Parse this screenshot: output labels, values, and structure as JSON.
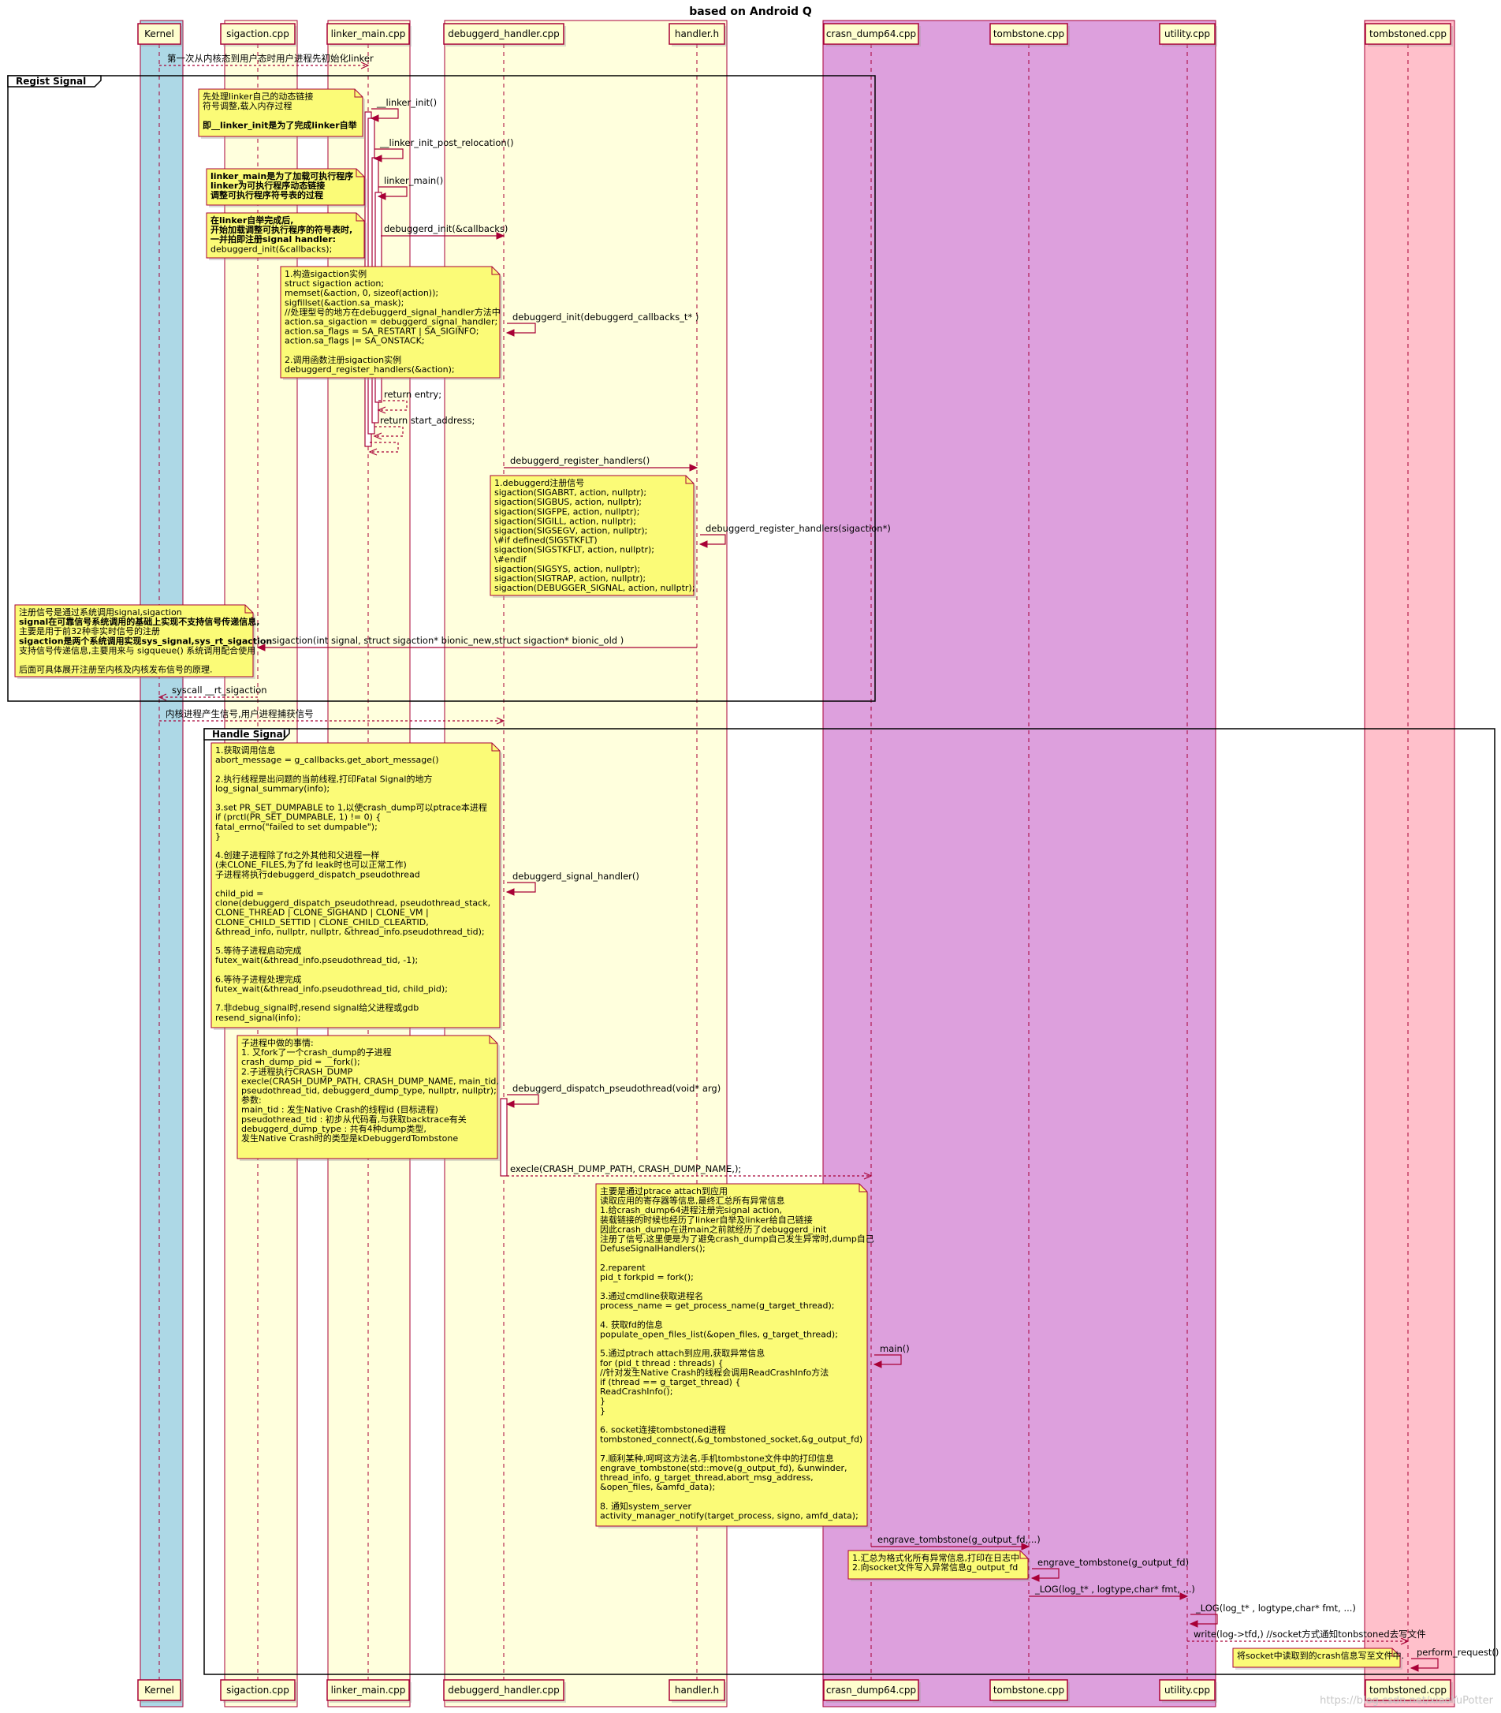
{
  "title": "based on Android Q",
  "watermark": "https://blog.csdn.net/xiaoYuPotter",
  "colors": {
    "kernel_box": "#ADD8E6",
    "linker_box": "#FFFFDD",
    "debuggerd_box": "#FFFFDD",
    "crash_box": "#DDA0DD",
    "tombstoned_box": "#FFC0CB",
    "participant_fill": "#FEFECE",
    "participant_border": "#A80036",
    "note_fill": "#FBFB77",
    "note_border": "#A80036",
    "arrow": "#A80036"
  },
  "participants": [
    {
      "id": "kernel",
      "label": "Kernel"
    },
    {
      "id": "sigaction",
      "label": "sigaction.cpp"
    },
    {
      "id": "linker",
      "label": "linker_main.cpp"
    },
    {
      "id": "debuggerd",
      "label": "debuggerd_handler.cpp"
    },
    {
      "id": "handler",
      "label": "handler.h"
    },
    {
      "id": "crash",
      "label": "crasn_dump64.cpp"
    },
    {
      "id": "tombstone",
      "label": "tombstone.cpp"
    },
    {
      "id": "utility",
      "label": "utility.cpp"
    },
    {
      "id": "tombstoned",
      "label": "tombstoned.cpp"
    }
  ],
  "frames": [
    {
      "label": "Regist Signal"
    },
    {
      "label": "Handle Signal"
    }
  ],
  "messages": [
    {
      "label": "第一次从内核态到用户态时用户进程先初始化linker"
    },
    {
      "label": "__linker_init()"
    },
    {
      "label": "__linker_init_post_relocation()"
    },
    {
      "label": "linker_main()"
    },
    {
      "label": "debuggerd_init(&callbacks)"
    },
    {
      "label": "debuggerd_init(debuggerd_callbacks_t* )"
    },
    {
      "label": "return entry;"
    },
    {
      "label": "return start_address;"
    },
    {
      "label": ""
    },
    {
      "label": "debuggerd_register_handlers()"
    },
    {
      "label": "debuggerd_register_handlers(sigaction*)"
    },
    {
      "label": "sigaction(int signal, struct sigaction*  bionic_new,struct sigaction* bionic_old  )"
    },
    {
      "label": "syscall __rt_sigaction"
    },
    {
      "label": "内核进程产生信号,用户进程捕获信号"
    },
    {
      "label": "debuggerd_signal_handler()"
    },
    {
      "label": "debuggerd_dispatch_pseudothread(void* arg)"
    },
    {
      "label": "execle(CRASH_DUMP_PATH, CRASH_DUMP_NAME,);"
    },
    {
      "label": "main()"
    },
    {
      "label": "engrave_tombstone(g_output_fd,...)"
    },
    {
      "label": "engrave_tombstone(g_output_fd)"
    },
    {
      "label": "_LOG(log_t* , logtype,char* fmt, ...)"
    },
    {
      "label": "_LOG(log_t* , logtype,char* fmt, ...)"
    },
    {
      "label": "write(log->tfd,) //socket方式通知tonbstoned去写文件"
    },
    {
      "label": "perform_request()"
    }
  ],
  "notes": [
    {
      "lines": [
        {
          "t": "先处理linker自己的动态链接"
        },
        {
          "t": "符号调整,载入内存过程"
        },
        {
          "t": ""
        },
        {
          "t": "即__linker_init是为了完成linker自举",
          "b": true
        }
      ]
    },
    {
      "lines": [
        {
          "t": "linker_main是为了加载可执行程序",
          "b": true
        },
        {
          "t": "linker为可执行程序动态链接",
          "b": true
        },
        {
          "t": " 调整可执行程序符号表的过程",
          "b": true
        }
      ]
    },
    {
      "lines": [
        {
          "t": "在linker自举完成后,",
          "b": true
        },
        {
          "t": "开始加载调整可执行程序的符号表时,",
          "b": true
        },
        {
          "t": "一并拍即注册signal handler:",
          "b": true
        },
        {
          "t": "debuggerd_init(&callbacks);"
        }
      ]
    },
    {
      "lines": [
        {
          "t": "1.构造sigaction实例"
        },
        {
          "t": "   struct sigaction action;"
        },
        {
          "t": "   memset(&action, 0, sizeof(action));"
        },
        {
          "t": "   sigfillset(&action.sa_mask);"
        },
        {
          "t": "   //处理型号的地方在debuggerd_signal_handler方法中"
        },
        {
          "t": "   action.sa_sigaction = debuggerd_signal_handler;"
        },
        {
          "t": "   action.sa_flags = SA_RESTART | SA_SIGINFO;"
        },
        {
          "t": "   action.sa_flags |= SA_ONSTACK;"
        },
        {
          "t": ""
        },
        {
          "t": "2.调用函数注册sigaction实例"
        },
        {
          "t": "   debuggerd_register_handlers(&action);"
        }
      ]
    },
    {
      "lines": [
        {
          "t": "1.debuggerd注册信号"
        },
        {
          "t": "   sigaction(SIGABRT, action, nullptr);"
        },
        {
          "t": "   sigaction(SIGBUS, action, nullptr);"
        },
        {
          "t": "   sigaction(SIGFPE, action, nullptr);"
        },
        {
          "t": "   sigaction(SIGILL, action, nullptr);"
        },
        {
          "t": "   sigaction(SIGSEGV, action, nullptr);"
        },
        {
          "t": "\\#if defined(SIGSTKFLT)"
        },
        {
          "t": "   sigaction(SIGSTKFLT, action, nullptr);"
        },
        {
          "t": "\\#endif"
        },
        {
          "t": "   sigaction(SIGSYS, action, nullptr);"
        },
        {
          "t": "   sigaction(SIGTRAP, action, nullptr);"
        },
        {
          "t": "   sigaction(DEBUGGER_SIGNAL, action, nullptr);"
        }
      ]
    },
    {
      "lines": [
        {
          "t": "注册信号是通过系统调用signal,sigaction"
        },
        {
          "t": "signal在可靠信号系统调用的基础上实现不支持信号传递信息,",
          "b": true
        },
        {
          "t": "主要是用于前32种非实时信号的注册"
        },
        {
          "t": "sigaction是两个系统调用实现sys_signal,sys_rt_sigaction",
          "b": true
        },
        {
          "t": "支持信号传递信息,主要用来与 sigqueue() 系统调用配合使用"
        },
        {
          "t": ""
        },
        {
          "t": "后面可具体展开注册至内核及内核发布信号的原理."
        }
      ]
    },
    {
      "lines": [
        {
          "t": "1.获取调用信息"
        },
        {
          "t": "abort_message = g_callbacks.get_abort_message()"
        },
        {
          "t": ""
        },
        {
          "t": "2.执行线程是出问题的当前线程,打印Fatal Signal的地方"
        },
        {
          "t": "log_signal_summary(info);"
        },
        {
          "t": ""
        },
        {
          "t": "3.set PR_SET_DUMPABLE to 1,以使crash_dump可以ptrace本进程"
        },
        {
          "t": "  if (prctl(PR_SET_DUMPABLE, 1) != 0) {"
        },
        {
          "t": "      fatal_errno(\"failed to set dumpable\");"
        },
        {
          "t": "  }"
        },
        {
          "t": ""
        },
        {
          "t": "4.创建子进程除了fd之外其他和父进程一样"
        },
        {
          "t": "(未CLONE_FILES,为了fd leak时也可以正常工作)"
        },
        {
          "t": "子进程将执行debuggerd_dispatch_pseudothread"
        },
        {
          "t": ""
        },
        {
          "t": "child_pid ="
        },
        {
          "t": "    clone(debuggerd_dispatch_pseudothread, pseudothread_stack,"
        },
        {
          "t": "          CLONE_THREAD | CLONE_SIGHAND | CLONE_VM |"
        },
        {
          "t": "           CLONE_CHILD_SETTID | CLONE_CHILD_CLEARTID,"
        },
        {
          "t": "          &thread_info, nullptr, nullptr, &thread_info.pseudothread_tid);"
        },
        {
          "t": ""
        },
        {
          "t": "5.等待子进程启动完成"
        },
        {
          "t": " futex_wait(&thread_info.pseudothread_tid, -1);"
        },
        {
          "t": ""
        },
        {
          "t": "6.等待子进程处理完成"
        },
        {
          "t": "futex_wait(&thread_info.pseudothread_tid, child_pid);"
        },
        {
          "t": ""
        },
        {
          "t": "7.非debug_signal时,resend signal给父进程或gdb"
        },
        {
          "t": "resend_signal(info);"
        }
      ]
    },
    {
      "lines": [
        {
          "t": "子进程中做的事情:"
        },
        {
          "t": "1. 又fork了一个crash_dump的子进程"
        },
        {
          "t": " crash_dump_pid = __fork();"
        },
        {
          "t": "2.子进程执行CRASH_DUMP"
        },
        {
          "t": "execle(CRASH_DUMP_PATH, CRASH_DUMP_NAME, main_tid,"
        },
        {
          "t": "    pseudothread_tid, debuggerd_dump_type, nullptr, nullptr);"
        },
        {
          "t": "参数:"
        },
        {
          "t": "main_tid : 发生Native Crash的线程id (目标进程)"
        },
        {
          "t": "pseudothread_tid : 初步从代码看,与获取backtrace有关"
        },
        {
          "t": "debuggerd_dump_type : 共有4种dump类型,"
        },
        {
          "t": "发生Native Crash时的类型是kDebuggerdTombstone"
        }
      ]
    },
    {
      "lines": [
        {
          "t": "主要是通过ptrace attach到应用"
        },
        {
          "t": "读取应用的寄存器等信息,最终汇总所有异常信息"
        },
        {
          "t": "1.给crash_dump64进程注册完signal action,"
        },
        {
          "t": "装载链接的时候也经历了linker自举及linker给自己链接"
        },
        {
          "t": "因此crash_dump在进main之前就经历了debuggerd_init"
        },
        {
          "t": "注册了信号,这里便是为了避免crash_dump自己发生异常时,dump自己"
        },
        {
          "t": "DefuseSignalHandlers();"
        },
        {
          "t": ""
        },
        {
          "t": "2.reparent"
        },
        {
          "t": "pid_t forkpid = fork();"
        },
        {
          "t": ""
        },
        {
          "t": "3.通过cmdline获取进程名"
        },
        {
          "t": "process_name = get_process_name(g_target_thread);"
        },
        {
          "t": ""
        },
        {
          "t": "4. 获取fd的信息"
        },
        {
          "t": " populate_open_files_list(&open_files, g_target_thread);"
        },
        {
          "t": ""
        },
        {
          "t": "5.通过ptrach attach到应用,获取异常信息"
        },
        {
          "t": "for (pid_t thread : threads) {"
        },
        {
          "t": "//针对发生Native Crash的线程会调用ReadCrashInfo方法"
        },
        {
          "t": "     if (thread == g_target_thread) {"
        },
        {
          "t": "       ReadCrashInfo();"
        },
        {
          "t": "     }"
        },
        {
          "t": "}"
        },
        {
          "t": ""
        },
        {
          "t": "6. socket连接tombstoned进程"
        },
        {
          "t": "tombstoned_connect(,&g_tombstoned_socket,&g_output_fd)"
        },
        {
          "t": ""
        },
        {
          "t": "7.顺利某种,呵呵这方法名,手机tombstone文件中的打印信息"
        },
        {
          "t": "engrave_tombstone(std::move(g_output_fd), &unwinder,"
        },
        {
          "t": "     thread_info, g_target_thread,abort_msg_address,"
        },
        {
          "t": "     &open_files, &amfd_data);"
        },
        {
          "t": ""
        },
        {
          "t": "8. 通知system_server"
        },
        {
          "t": " activity_manager_notify(target_process, signo, amfd_data);"
        }
      ]
    },
    {
      "lines": [
        {
          "t": "1.汇总为格式化所有异常信息,打印在日志中"
        },
        {
          "t": "2.向socket文件写入异常信息g_output_fd"
        }
      ]
    },
    {
      "lines": [
        {
          "t": "将socket中读取到的crash信息写至文件中."
        }
      ]
    }
  ]
}
